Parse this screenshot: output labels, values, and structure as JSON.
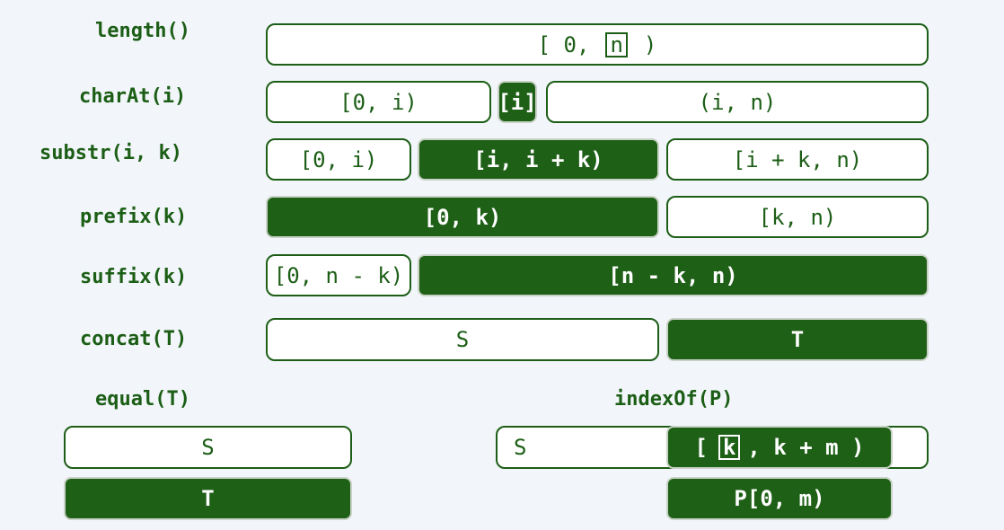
{
  "colors": {
    "green": "#1e6016",
    "white": "#ffffff",
    "background": "#f2f6fa",
    "text_green": "#1c5e16"
  },
  "rows": {
    "length": {
      "label": "length()",
      "open": "[ 0,",
      "n": "n",
      "close": ")"
    },
    "charAt": {
      "label": "charAt(i)",
      "left": "[0, i)",
      "mid": "[i]",
      "right": "(i, n)"
    },
    "substr": {
      "label": "substr(i, k)",
      "left": "[0, i)",
      "mid": "[i, i + k)",
      "right": "[i + k, n)"
    },
    "prefix": {
      "label": "prefix(k)",
      "left": "[0, k)",
      "right": "[k, n)"
    },
    "suffix": {
      "label": "suffix(k)",
      "left": "[0, n - k)",
      "right": "[n - k, n)"
    },
    "concat": {
      "label": "concat(T)",
      "left": "S",
      "right": "T"
    }
  },
  "equal": {
    "label": "equal(T)",
    "top": "S",
    "bottom": "T"
  },
  "indexOf": {
    "label": "indexOf(P)",
    "text": "S",
    "match_open": "[",
    "k": "k",
    "match_rest": ", k + m )",
    "pattern": "P[0, m)"
  }
}
